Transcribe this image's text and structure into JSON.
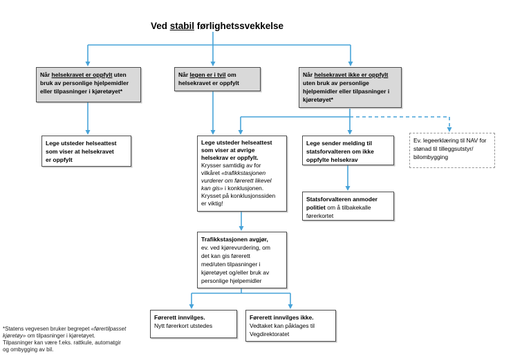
{
  "title": {
    "pre": "Ved ",
    "underline": "stabil",
    "post": " førlighetssvekkelse"
  },
  "condition_boxes": {
    "oppfylt": {
      "pre": "Når ",
      "underline": "helsekravet er oppfylt",
      "post": " uten\nbruk av personlige hjelpemidler\neller tilpasninger i kjøretøyet*"
    },
    "tvil": {
      "pre": "Når ",
      "underline": "legen er i tvil",
      "post": " om\nhelsekravet er oppfylt"
    },
    "ikke_oppfylt": {
      "pre": "Når ",
      "underline": "helsekravet ikke er oppfylt",
      "post": "\nuten bruk av personlige\nhjelpemidler eller tilpasninger i\nkjøretøyet*"
    }
  },
  "action_boxes": {
    "attest_oppfylt": {
      "bold": "Lege utsteder helseattest\nsom viser at helsekravet\ner oppfylt"
    },
    "attest_ovrige": {
      "bold": "Lege utsteder helseattest\nsom viser at øvrige\nhelsekrav er oppfylt.",
      "regular_1": "\nKrysser samtidig av for\nvilkåret ",
      "italic": "«trafikkstasjonen\nvurderer om førerett likevel\nkan gis»",
      "regular_2": " i konklusjonen.\nKrysset på konklusjonssiden\ner viktig!"
    },
    "melding": {
      "bold": "Lege sender melding til\nstatsforvalteren om ikke\noppfylte helsekrav"
    },
    "nav": {
      "text": "Ev. legeerklæring til NAV for\nstønad til tilleggsutstyr/\nbilombygging"
    },
    "statsforvalteren": {
      "bold": "Statsforvalteren anmoder\npolitiet",
      "regular": " om å tilbakekalle\nførerkortet"
    },
    "trafikkstasjonen": {
      "bold": "Trafikkstasjonen avgjør,",
      "regular": "\nev. ved kjørevurdering, om\ndet kan gis førerett\nmed/uten tilpasninger i\nkjøretøyet og/eller bruk av\npersonlige hjelpemidler"
    },
    "innvilges": {
      "bold": "Førerett innvilges.",
      "regular": "\nNytt førerkort utstedes"
    },
    "innvilges_ikke": {
      "bold": "Førerett innvilges ikke.",
      "regular": "\nVedtaket kan påklages til\nVegdirektoratet"
    }
  },
  "footnote": {
    "regular_1": "*Statens vegvesen bruker begrepet ",
    "italic": "«førertilpasset\nkjøretøy»",
    "regular_2": " om tilpasninger i kjøretøyet.\nTilpasninger kan være f.eks. rattkule, automatgir\nog ombygging av bil."
  },
  "colors": {
    "arrow_blue": "#47a3d9",
    "condition_fill": "#d9d9d9",
    "box_border": "#4d4d4d"
  }
}
